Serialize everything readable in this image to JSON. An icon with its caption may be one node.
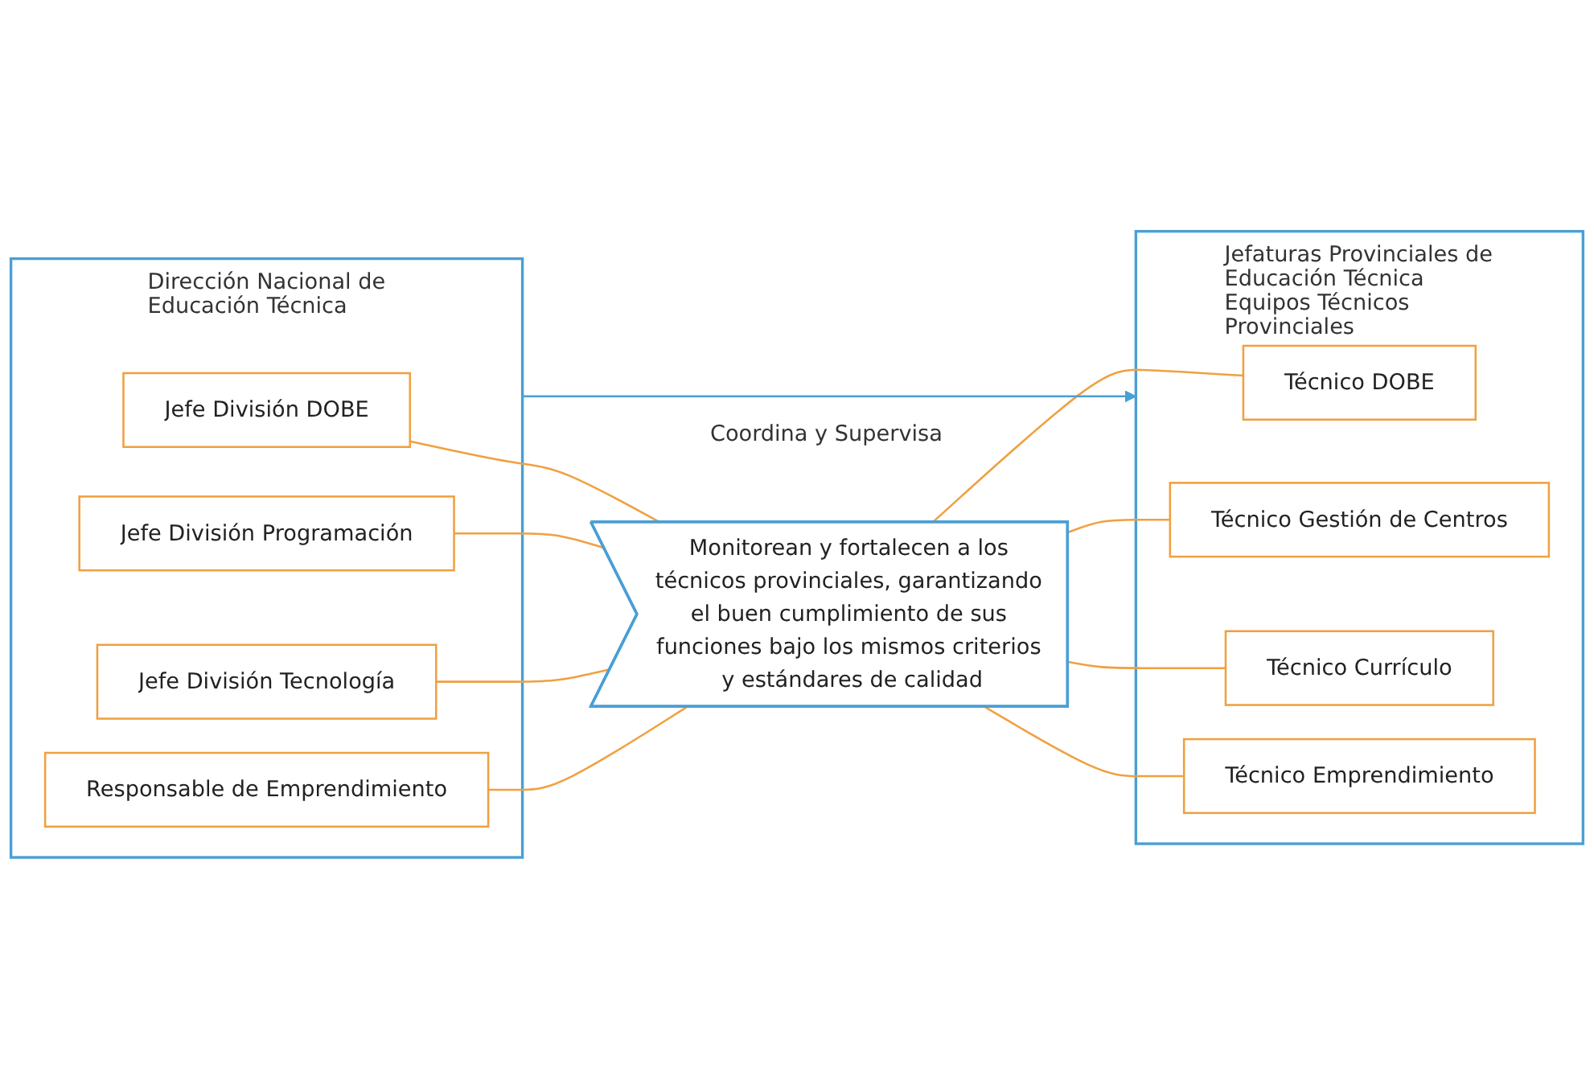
{
  "diagram": {
    "nodes": [
      {
        "text": [
          "Dirección Nacional de Educación Técnica"
        ]
      },
      {
        "text": [
          "Jefe División DOBE"
        ],
        "in": 0
      },
      {
        "text": [
          "Jefe División Programación"
        ],
        "in": 0
      },
      {
        "text": [
          "Jefe División Tecnología"
        ],
        "in": 0
      },
      {
        "text": [
          "Responsable de Emprendimiento"
        ],
        "in": 0
      },
      {
        "text": [
          "Monitorean y fortalecen a los técnicos provinciales, garantizando el buen cumplimiento de sus funciones bajo los mismos criterios y estándares de calidad"
        ]
      },
      {
        "text": [
          "Jefaturas Provinciales de Educación Técnica",
          "Equipos Técnicos Provinciales"
        ]
      },
      {
        "text": [
          "Técnico DOBE"
        ],
        "in": 6
      },
      {
        "text": [
          "Técnico Gestión de Centros"
        ],
        "in": 6
      },
      {
        "text": [
          "Técnico Currículo"
        ],
        "in": 6
      },
      {
        "text": [
          "Técnico Emprendimiento"
        ],
        "in": 6
      }
    ],
    "edges": [
      {
        "from": 0,
        "to": 6,
        "arrow": "to",
        "label": "Coordina y Supervisa",
        "color": "#4a9fd4"
      },
      {
        "from": 1,
        "to": 5,
        "arrow": "none"
      },
      {
        "from": 2,
        "to": 5,
        "arrow": "none"
      },
      {
        "from": 3,
        "to": 5,
        "arrow": "none"
      },
      {
        "from": 4,
        "to": 5,
        "arrow": "none"
      },
      {
        "from": 5,
        "to": 7,
        "arrow": "none"
      },
      {
        "from": 5,
        "to": 8,
        "arrow": "none"
      },
      {
        "from": 5,
        "to": 9,
        "arrow": "none"
      },
      {
        "from": 5,
        "to": 10,
        "arrow": "none"
      }
    ]
  }
}
